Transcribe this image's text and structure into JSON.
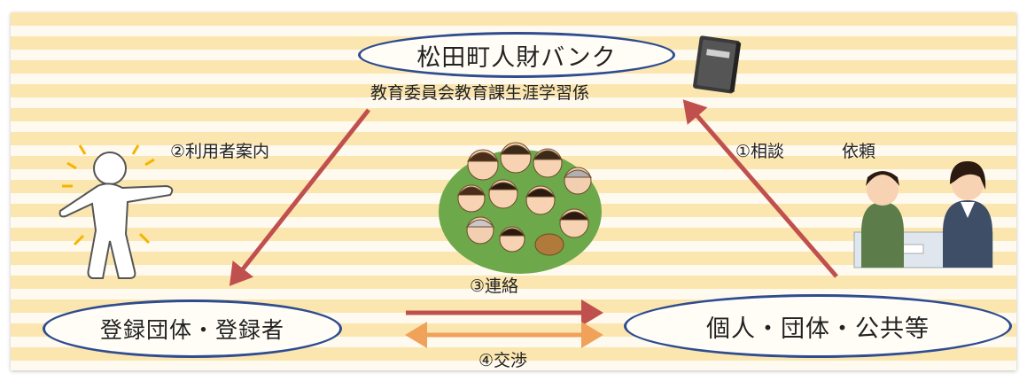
{
  "bank": {
    "name": "松田町人財バンク",
    "dept": "教育委員会教育課生涯学習係"
  },
  "registered": {
    "label": "登録団体・登録者"
  },
  "clients": {
    "label": "個人・団体・公共等"
  },
  "steps": {
    "consult": "①相談",
    "request": "依頼",
    "guide": "②利用者案内",
    "contact": "③連絡",
    "negotiate": "④交渉"
  },
  "colors": {
    "arrow_red": "#c0504d",
    "arrow_orange": "#f0a25a",
    "ellipse_border": "#2e4c8f",
    "stripe": "#fbe6b0"
  },
  "icons": [
    "book-icon",
    "person-thinking-icon",
    "crowd-illustration",
    "consultation-illustration"
  ]
}
